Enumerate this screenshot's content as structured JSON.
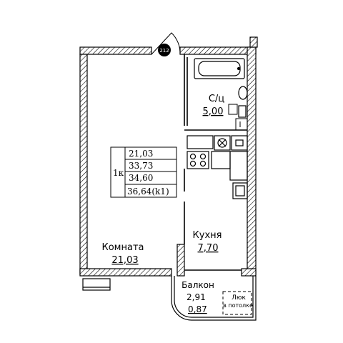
{
  "marker": {
    "number": "212"
  },
  "area_table": {
    "room_count": "1к",
    "rows": [
      "21,03",
      "33,73",
      "34,60",
      "36,64(k1)"
    ]
  },
  "rooms": {
    "bathroom": {
      "name": "С/ц",
      "area": "5,00"
    },
    "kitchen": {
      "name": "Кухня",
      "area": "7,70"
    },
    "living_room": {
      "name": "Комната",
      "area": "21,03"
    },
    "balcony": {
      "name": "Балкон",
      "area1": "2,91",
      "area2": "0,87"
    }
  },
  "ceiling_hatch": {
    "line1": "Люк",
    "line2": "в потолке"
  }
}
